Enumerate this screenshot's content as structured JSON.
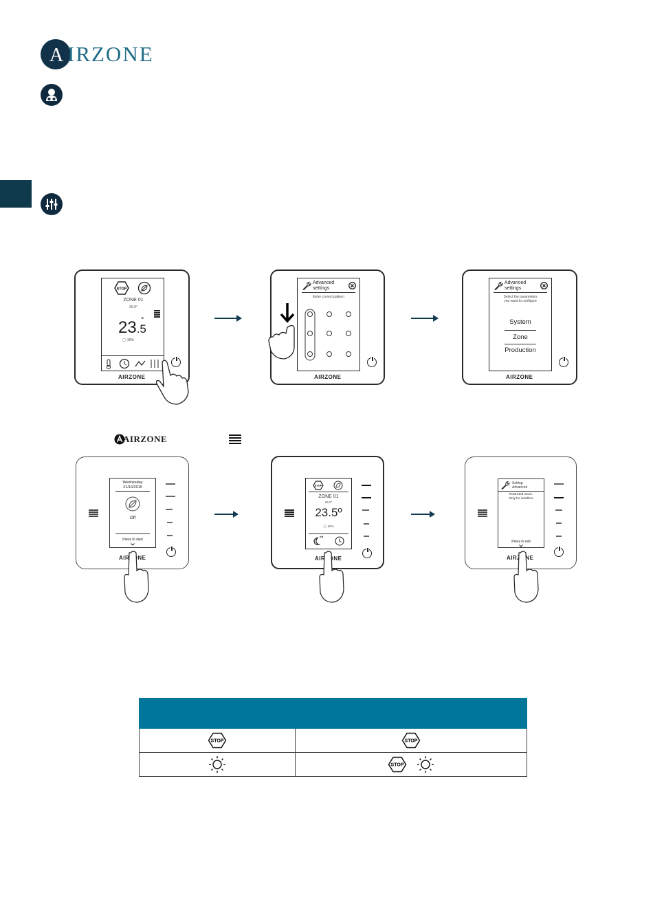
{
  "brand": {
    "logo_letter": "A",
    "logo_rest": "IRZONE",
    "color": "#1f6b86"
  },
  "icons": {
    "installer": "installer-icon",
    "settings": "sliders-icon",
    "menu": "menu-lines-icon",
    "stop": "stop-icon",
    "sun": "sun-icon"
  },
  "colors": {
    "accent": "#00779a",
    "dark": "#0f2a3e",
    "arrow": "#123a52"
  },
  "row1": {
    "dev1": {
      "zone": "ZONE 01",
      "setpoint": "26.0°",
      "temp_main": "23",
      "temp_dec": ".5",
      "deg": "°",
      "humidity": "30%",
      "logo": "AIRZONE"
    },
    "dev2": {
      "title_line1": "Advanced",
      "title_line2": "settings",
      "subtitle": "Enter correct pattern",
      "logo": "AIRZONE"
    },
    "dev3": {
      "title_line1": "Advanced",
      "title_line2": "settings",
      "subtitle_line1": "Select the parameters",
      "subtitle_line2": "you want to configure",
      "options": [
        "System",
        "Zone",
        "Production"
      ],
      "logo": "AIRZONE"
    }
  },
  "row2_label": {
    "logo": "AIRZONE"
  },
  "row2": {
    "dev1": {
      "day": "Wednesday",
      "date": "21/10/2015",
      "status": "Off",
      "footer": "Press to start",
      "logo": "AIRZONE"
    },
    "dev2": {
      "zone": "ZONE 01",
      "setpoint": "26.0°",
      "temp": "23.5º",
      "humidity": "30%",
      "off_badge": "off",
      "logo": "AIRZONE"
    },
    "dev3": {
      "title_line1": "Setting",
      "title_line2": "Advanced",
      "sub_line1": "Restricted menu.",
      "sub_line2": "Only for installers",
      "footer": "Press to exit",
      "logo": "AIRZONE"
    }
  },
  "table": {
    "stop_label": "STOP"
  }
}
